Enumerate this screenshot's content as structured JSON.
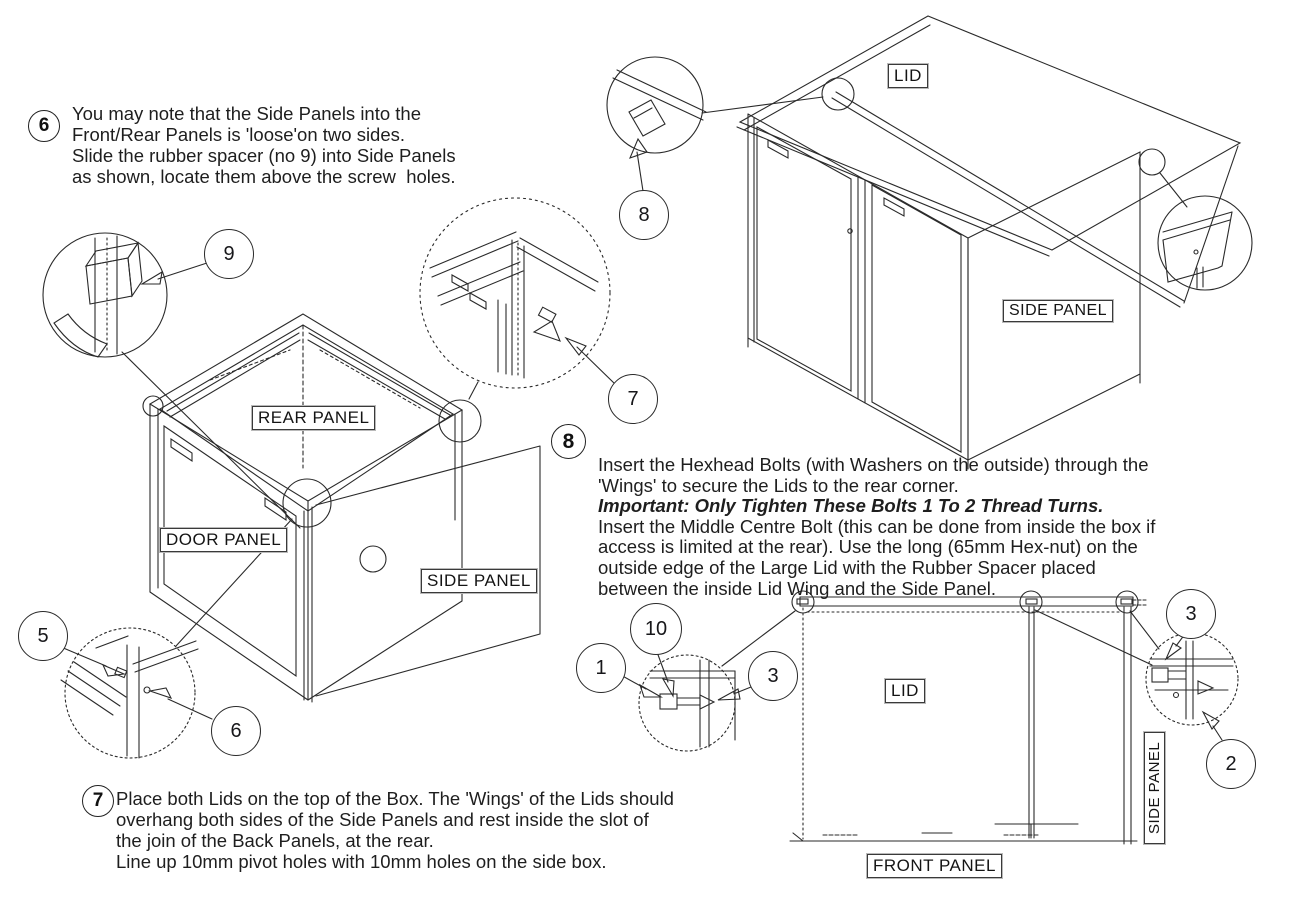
{
  "page": {
    "background": "#ffffff",
    "ink_color": "#2a2a2a",
    "text_color": "#1e1e1e"
  },
  "steps": {
    "s6": {
      "num": "6",
      "lines": [
        "You may note that the Side Panels into the",
        "Front/Rear Panels is 'loose'on two sides.",
        "Slide the rubber spacer (no 9) into Side Panels",
        "as shown, locate them above the screw  holes."
      ]
    },
    "s7": {
      "num": "7",
      "lines": [
        "Place both Lids on the top of the Box. The 'Wings' of the Lids should",
        "overhang both sides of the Side Panels and rest inside the slot of",
        "the join of the Back Panels, at the rear.",
        "Line up 10mm pivot holes with 10mm holes on the side box."
      ]
    },
    "s8": {
      "num": "8",
      "lines_a": [
        "Insert the Hexhead Bolts (with Washers on the outside) through the",
        "'Wings' to secure the Lids to the rear corner."
      ],
      "bold_line": "Important: Only Tighten These Bolts 1 To 2 Thread Turns.",
      "lines_b": [
        "Insert the Middle Centre Bolt (this can be done from inside the box if",
        "access is limited at the rear). Use the long (65mm Hex-nut) on the",
        "outside edge of the Large Lid with the Rubber Spacer placed",
        "between the inside Lid Wing and the Side Panel."
      ]
    }
  },
  "panel_labels": {
    "lid_top": "LID",
    "side_panel_top_right": "SIDE PANEL",
    "rear_panel": "REAR PANEL",
    "door_panel": "DOOR PANEL",
    "side_panel_left": "SIDE PANEL",
    "lid_front_view": "LID",
    "front_panel": "FRONT PANEL",
    "side_panel_front_view": "SIDE PANEL"
  },
  "callouts": {
    "n9": "9",
    "n7": "7",
    "n8": "8",
    "n5": "5",
    "n6": "6",
    "n10": "10",
    "n1": "1",
    "n3a": "3",
    "n3b": "3",
    "n2": "2"
  }
}
